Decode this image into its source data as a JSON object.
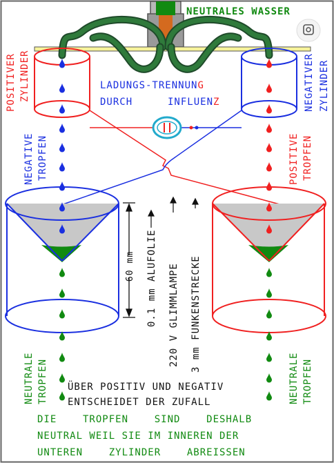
{
  "colors": {
    "green": "#118a11",
    "blue": "#1a2fe0",
    "red": "#f02020",
    "black": "#111111",
    "pipe": "#2f6b3b",
    "copper": "#d46a1f",
    "gray": "#c8c8c8",
    "cyan": "#22aacc"
  },
  "top_label": "NEUTRALES WASSER",
  "center_title": {
    "line1a": "LADUNGS-TRENNUN",
    "line1b": "G",
    "line2a": "DURCH",
    "line2b": "INFLUEN",
    "line2c": "Z"
  },
  "left_side": {
    "cyl_label_1": "POSITIVER",
    "cyl_label_2": "ZYLINDER",
    "drop_label_1": "NEGATIVE",
    "drop_label_2": "TROPFEN",
    "neutral_1": "NEUTRALE",
    "neutral_2": "TROPFEN"
  },
  "right_side": {
    "cyl_label_1": "NEGATIVER",
    "cyl_label_2": "ZYLINDER",
    "drop_label_1": "POSITIVE",
    "drop_label_2": "TROPFEN",
    "neutral_1": "NEUTRALE",
    "neutral_2": "TROPFEN"
  },
  "specs": {
    "dim": "60 mm",
    "alu": "0.1 mm ALUFOLIE",
    "lamp": "220 V GLIMMLAMPE",
    "gap": "3 mm FUNKENSTRECKE"
  },
  "bottom_lines": {
    "black_1": "ÜBER POSITIV UND NEGATIV",
    "black_2": "ENTSCHEIDET DER ZUFALL",
    "green_1": "DIE    TROPFEN    SIND    DESHALB",
    "green_2": "NEUTRAL WEIL SIE IM INNEREN DER",
    "green_3": "UNTEREN    ZYLINDER    ABREISSEN"
  }
}
